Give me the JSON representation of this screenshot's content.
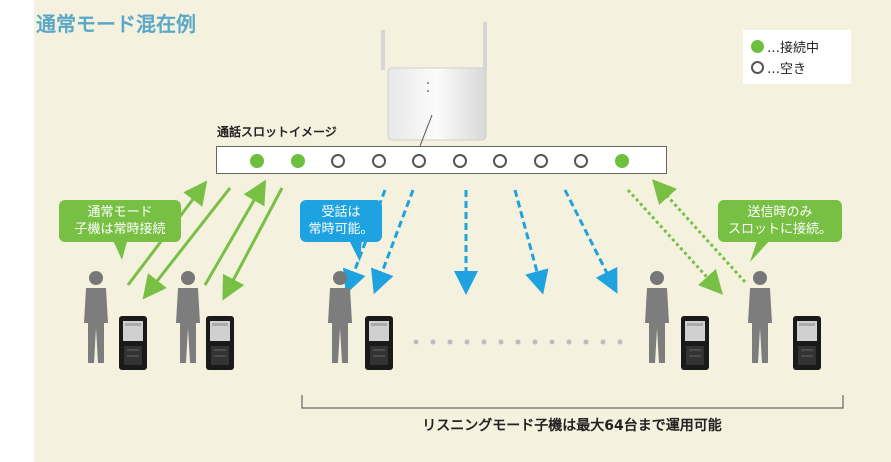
{
  "title": "通常モード混在例",
  "legend": {
    "connected": "…接続中",
    "free": "…空き"
  },
  "slot_label": "通話スロットイメージ",
  "slots": [
    "connected",
    "connected",
    "free",
    "free",
    "free",
    "free",
    "free",
    "free",
    "free",
    "connected"
  ],
  "bubbles": {
    "normal_mode": [
      "通常モード",
      "子機は常時接続"
    ],
    "receive": [
      "受話は",
      "常時可能。"
    ],
    "transmit": [
      "送信時のみ",
      "スロットに接続。"
    ]
  },
  "footer": "リスニングモード子機は最大64台まで運用可能",
  "colors": {
    "green": "#77c043",
    "blue": "#1ea2e0",
    "title": "#5aa7c7",
    "panel": "#f4f1de"
  }
}
